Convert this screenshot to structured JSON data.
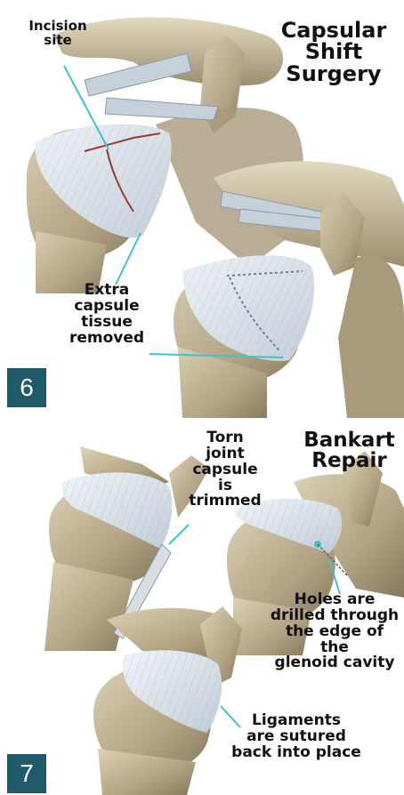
{
  "colors": {
    "accent": "#1f5a6a",
    "callout": "#3fc3c9",
    "incision": "#9a3a32"
  },
  "panel6": {
    "number": "6",
    "title": "Capsular\nShift\nSurgery",
    "labels": {
      "incision": "Incision\nsite",
      "extra": "Extra\ncapsule\ntissue\nremoved"
    }
  },
  "panel7": {
    "number": "7",
    "title": "Bankart\nRepair",
    "labels": {
      "torn": "Torn\njoint\ncapsule\nis\ntrimmed",
      "holes": "Holes are\ndrilled through\nthe edge of\nthe\nglenoid cavity",
      "ligaments": "Ligaments\nare sutured\nback into place"
    }
  }
}
